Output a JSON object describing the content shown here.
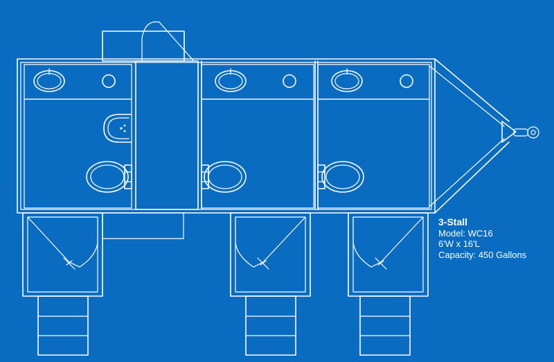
{
  "colors": {
    "background": "#0a6cc0",
    "line": "#ffffff"
  },
  "specs": {
    "title": "3-Stall",
    "model": "Model: WC16",
    "dimensions": "6'W x 16'L",
    "capacity": "Capacity: 450 Gallons"
  },
  "icons": [
    "sink-icon",
    "toilet-icon",
    "urinal-icon",
    "trash-bin-icon",
    "door-swing-icon",
    "steps-icon",
    "hitch-icon"
  ]
}
